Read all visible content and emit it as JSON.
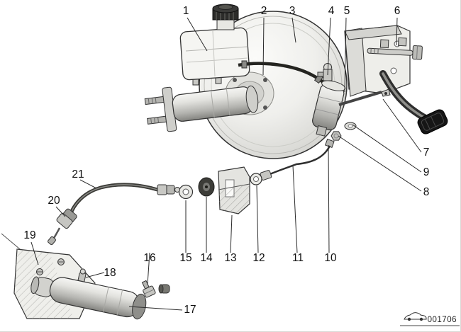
{
  "figure": {
    "kind": "exploded-parts-diagram",
    "subject": "Brake / clutch hydraulic actuation assembly: vacuum booster, fluid reservoir, master cylinders, pedal bracket and slave cylinder",
    "background_color": "#ffffff",
    "line_color": "#2a2a2a",
    "metal_light": "#e9e9e5",
    "metal_dark": "#83837f",
    "rubber_color": "#1e1e1e"
  },
  "callouts": [
    {
      "label": "1"
    },
    {
      "label": "2"
    },
    {
      "label": "3"
    },
    {
      "label": "4"
    },
    {
      "label": "5"
    },
    {
      "label": "6"
    },
    {
      "label": "7"
    },
    {
      "label": "8"
    },
    {
      "label": "9"
    },
    {
      "label": "10"
    },
    {
      "label": "11"
    },
    {
      "label": "12"
    },
    {
      "label": "13"
    },
    {
      "label": "14"
    },
    {
      "label": "15"
    },
    {
      "label": "16"
    },
    {
      "label": "17"
    },
    {
      "label": "18"
    },
    {
      "label": "19"
    },
    {
      "label": "20"
    },
    {
      "label": "21"
    }
  ],
  "watermark": {
    "code": "001706"
  }
}
